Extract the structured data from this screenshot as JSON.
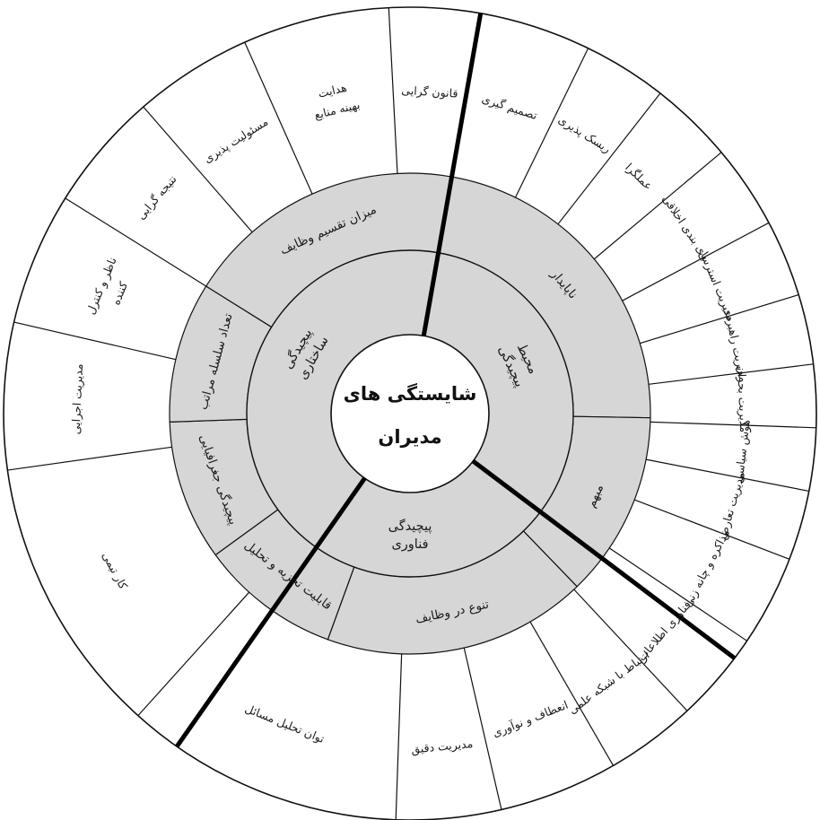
{
  "center": {
    "line1": "شایستگی های",
    "line2": "مدیران"
  },
  "inner_ring": [
    {
      "id": "env",
      "lines": [
        "محیط",
        "پیچیدگی"
      ]
    },
    {
      "id": "struct",
      "lines": [
        "پیچیدگی",
        "ساختاری"
      ]
    },
    {
      "id": "tech",
      "lines": [
        "پیچیدگی",
        "فناوری"
      ]
    }
  ],
  "middle_ring": [
    {
      "id": "unstable",
      "label": "ناپایدار",
      "shaded": true
    },
    {
      "id": "ambiguous",
      "label": "مبهم",
      "shaded": true
    },
    {
      "id": "task_diversity",
      "label": "تنوع در وظایف",
      "shaded": true
    },
    {
      "id": "analysis_ability",
      "label": "قابلیت تجزیه و تحلیل",
      "shaded": true
    },
    {
      "id": "geo_complexity",
      "label": "پیچیدگی جغرافیایی",
      "shaded": true
    },
    {
      "id": "hierarchy_levels",
      "label": "تعداد سلسله مراتب",
      "shaded": true
    },
    {
      "id": "task_division",
      "label": "میزان تقسیم وظایف",
      "shaded": true
    }
  ],
  "outer_ring": [
    {
      "id": "decision",
      "lines": [
        "تصمیم گیری"
      ]
    },
    {
      "id": "risk",
      "lines": [
        "ریسک پذیری"
      ]
    },
    {
      "id": "pragmatic",
      "lines": [
        "عملگرا"
      ]
    },
    {
      "id": "ethics",
      "lines": [
        "پای بندی اخلاقی"
      ]
    },
    {
      "id": "stress",
      "lines": [
        "مدیریت استرس"
      ]
    },
    {
      "id": "strategic",
      "lines": [
        "مدیریت راهبردی"
      ]
    },
    {
      "id": "crisis",
      "lines": [
        "مدیریت بحران"
      ]
    },
    {
      "id": "political",
      "lines": [
        "هوش سیاسی"
      ]
    },
    {
      "id": "conflict",
      "lines": [
        "مدیریت تعارض"
      ]
    },
    {
      "id": "negotiation",
      "lines": [
        "مذاکره و چانه زنی"
      ]
    },
    {
      "id": "it",
      "lines": [
        "فناوری اطلاعات"
      ]
    },
    {
      "id": "scientific_network",
      "lines": [
        "ارتباط با شبکه علمی"
      ]
    },
    {
      "id": "flexibility",
      "lines": [
        "انعطاف و نوآوری"
      ]
    },
    {
      "id": "precise",
      "lines": [
        "مدیریت دقیق"
      ]
    },
    {
      "id": "problem_analysis",
      "lines": [
        "توان تحلیل مسائل"
      ]
    },
    {
      "id": "teamwork",
      "lines": [
        "کار تیمی"
      ]
    },
    {
      "id": "executive",
      "lines": [
        "مدیریت اجرایی"
      ]
    },
    {
      "id": "supervisor",
      "lines": [
        "ناظر و کنترل",
        "کننده"
      ]
    },
    {
      "id": "results",
      "lines": [
        "نتیجه گرایی"
      ]
    },
    {
      "id": "accountability",
      "lines": [
        "مسئولیت پذیری"
      ]
    },
    {
      "id": "guidance",
      "lines": [
        "هدایت",
        "بهینه منابع"
      ]
    },
    {
      "id": "law",
      "lines": [
        "قانون گرایی"
      ]
    }
  ],
  "colors": {
    "shade": "#d6d6d6",
    "stroke": "#111111",
    "divider": "#000000"
  }
}
